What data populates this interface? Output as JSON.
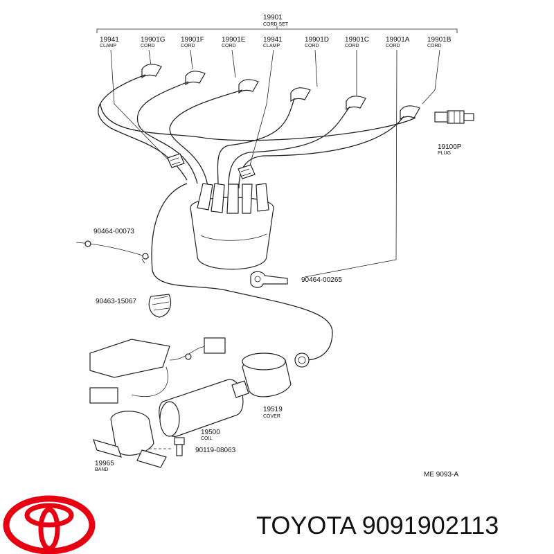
{
  "header": {
    "number": "19901",
    "name": "CORD SET"
  },
  "top_labels": [
    {
      "number": "19941",
      "name": "CLAMP"
    },
    {
      "number": "19901G",
      "name": "CORD"
    },
    {
      "number": "19901F",
      "name": "CORD"
    },
    {
      "number": "19901E",
      "name": "CORD"
    },
    {
      "number": "19941",
      "name": "CLAMP"
    },
    {
      "number": "19901D",
      "name": "CORD"
    },
    {
      "number": "19901C",
      "name": "CORD"
    },
    {
      "number": "19901A",
      "name": "CORD"
    },
    {
      "number": "19901B",
      "name": "CORD"
    }
  ],
  "plug": {
    "number": "19100P",
    "name": "PLUG"
  },
  "part_90464_00073": "90464-00073",
  "part_90464_00265": "90464-00265",
  "part_90463_15067": "90463-15067",
  "cover": {
    "number": "19519",
    "name": "COVER"
  },
  "coil": {
    "number": "19500",
    "name": "COIL"
  },
  "bolt": "90119-08063",
  "band": {
    "number": "19965",
    "name": "BAND"
  },
  "diagram_code": "ME 9093-A",
  "brand": {
    "text": "TOYOTA 9091902113",
    "logo_icon": "toyota-logo-icon",
    "logo_color": "#e60012"
  }
}
